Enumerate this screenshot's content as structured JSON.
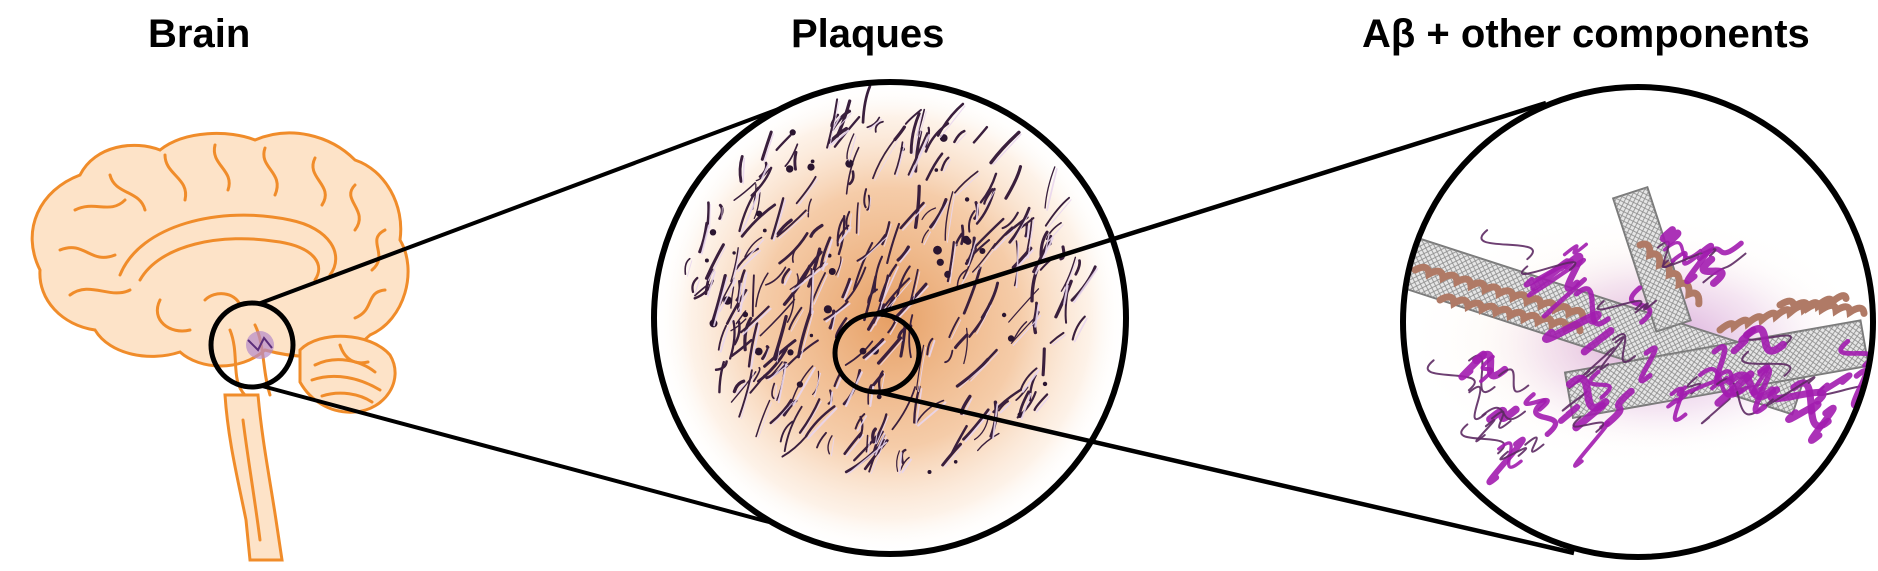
{
  "titles": {
    "brain": "Brain",
    "plaques": "Plaques",
    "components": "Aβ + other components"
  },
  "colors": {
    "brain_outline": "#f08c2a",
    "brain_fill": "#fde3c8",
    "plaque_glow": "#e8a066",
    "plaque_fibril": "#3a1f3d",
    "plaque_fibril_light": "#e9d6ee",
    "protein_magenta": "#a21caf",
    "protein_copper": "#b07a66",
    "fibril_gray": "#9a9a9a",
    "purple_glow": "#b66ee0",
    "circle_stroke": "#000000"
  }
}
